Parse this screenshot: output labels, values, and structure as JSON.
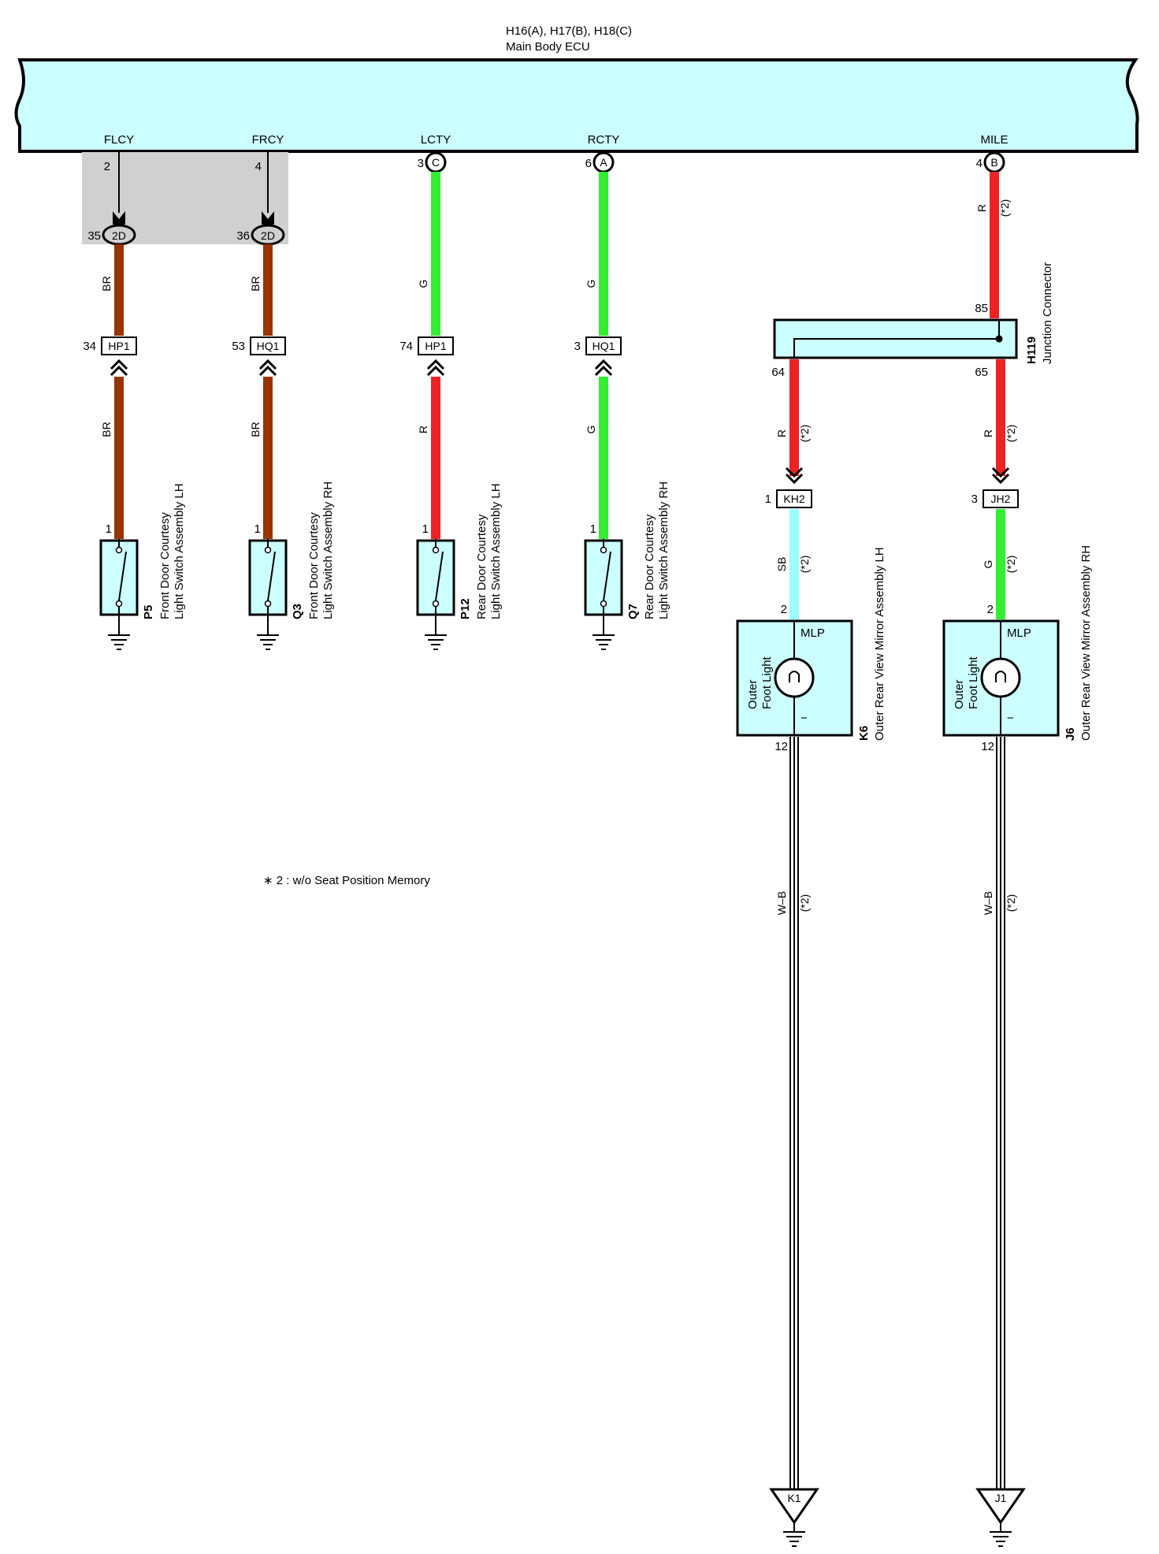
{
  "ecu": {
    "connectors": "H16(A), H17(B), H18(C)",
    "name": "Main Body ECU",
    "terminals": [
      {
        "label": "FLCY",
        "pin": "2"
      },
      {
        "label": "FRCY",
        "pin": "4"
      },
      {
        "label": "LCTY",
        "pin": "3",
        "conn": "C"
      },
      {
        "label": "RCTY",
        "pin": "6",
        "conn": "A"
      },
      {
        "label": "MILE",
        "pin": "4",
        "conn": "B"
      }
    ]
  },
  "junction_2d": [
    {
      "pin": "35",
      "id": "2D"
    },
    {
      "pin": "36",
      "id": "2D"
    }
  ],
  "inline_connectors": [
    {
      "pin": "34",
      "id": "HP1"
    },
    {
      "pin": "53",
      "id": "HQ1"
    },
    {
      "pin": "74",
      "id": "HP1"
    },
    {
      "pin": "3",
      "id": "HQ1"
    }
  ],
  "wire_colors": {
    "c1_upper": "BR",
    "c1_lower": "BR",
    "c2_upper": "BR",
    "c2_lower": "BR",
    "c3_upper": "G",
    "c3_lower": "R",
    "c4_upper": "G",
    "c4_lower": "G",
    "c5_upper": "R",
    "c5_upper_note": "(*2)"
  },
  "switches": [
    {
      "pin": "1",
      "code": "P5",
      "line1": "Front Door Courtesy",
      "line2": "Light Switch Assembly LH"
    },
    {
      "pin": "1",
      "code": "Q3",
      "line1": "Front Door Courtesy",
      "line2": "Light Switch Assembly RH"
    },
    {
      "pin": "1",
      "code": "P12",
      "line1": "Rear Door Courtesy",
      "line2": "Light Switch Assembly LH"
    },
    {
      "pin": "1",
      "code": "Q7",
      "line1": "Rear Door Courtesy",
      "line2": "Light Switch Assembly RH"
    }
  ],
  "junction_connector": {
    "code": "H119",
    "name": "Junction Connector",
    "pin_in": "85",
    "pin_left": "64",
    "pin_right": "65"
  },
  "mirror_branches": [
    {
      "upper_color": "R",
      "upper_note": "(*2)",
      "conn_pin": "1",
      "conn_id": "KH2",
      "lower_color": "SB",
      "lower_note": "(*2)",
      "lamp_pin": "2",
      "lamp_label": "MLP",
      "lamp_name1": "Outer",
      "lamp_name2": "Foot Light",
      "minus": "−",
      "gnd_pin": "12",
      "code": "K6",
      "name": "Outer Rear View Mirror Assembly LH",
      "gnd_color": "W–B",
      "gnd_note": "(*2)",
      "ground": "K1"
    },
    {
      "upper_color": "R",
      "upper_note": "(*2)",
      "conn_pin": "3",
      "conn_id": "JH2",
      "lower_color": "G",
      "lower_note": "(*2)",
      "lamp_pin": "2",
      "lamp_label": "MLP",
      "lamp_name1": "Outer",
      "lamp_name2": "Foot Light",
      "minus": "−",
      "gnd_pin": "12",
      "code": "J6",
      "name": "Outer Rear View Mirror Assembly RH",
      "gnd_color": "W–B",
      "gnd_note": "(*2)",
      "ground": "J1"
    }
  ],
  "note": "∗ 2 : w/o Seat Position Memory",
  "colors": {
    "ecu_fill": "#ccffff",
    "shield": "#d0d0d0",
    "brown": "#993300",
    "green": "#33ee33",
    "red": "#ee2222",
    "skyblue": "#99ffff",
    "component_fill": "#ccffff"
  }
}
